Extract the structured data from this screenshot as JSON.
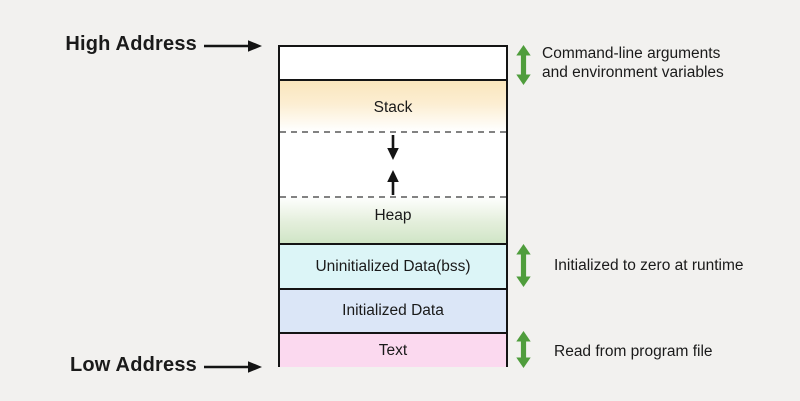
{
  "colors": {
    "background": "#f2f1ef",
    "border": "#141414",
    "stack_top": "#fae6bd",
    "heap_bottom": "#d0e5c6",
    "bss_bg": "#dcf5f7",
    "data_bg": "#dbe6f7",
    "text_bg": "#fbd9ef",
    "green_arrow": "#4f9d3c",
    "dashed_line": "#828282"
  },
  "labels": {
    "high_address": "High Address",
    "low_address": "Low Address"
  },
  "segments": {
    "stack": "Stack",
    "heap": "Heap",
    "bss": "Uninitialized Data(bss)",
    "initialized_data": "Initialized Data",
    "text": "Text"
  },
  "annotations": {
    "args_line1": "Command-line arguments",
    "args_line2": "and environment variables",
    "bss": "Initialized to zero at runtime",
    "text": "Read from program file"
  }
}
